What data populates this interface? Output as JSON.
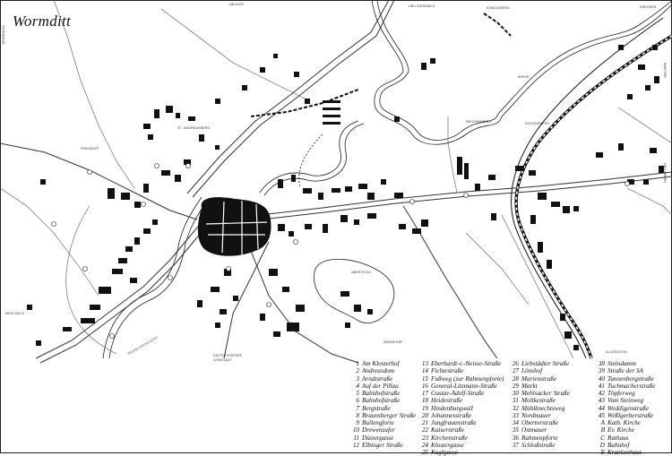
{
  "title": "Wormditt",
  "map_labels": {
    "neuhof": "NEUHOF",
    "heinrikau": "HEINRIKAU",
    "heiligenwald": "HEILIGENWALD",
    "koenigsberg": "KÖNIGSBERG",
    "kressen": "KRESSEN",
    "wiese": "WIESE",
    "st_andreasberg": "ST. ANDREASBERG",
    "friedhof": "FRIEDHOF",
    "reichenberg": "REICHENBERG",
    "schoeneberg": "SCHÖNEBERG",
    "wagten": "WAGTEN",
    "heilsberg": "HEILSBERG",
    "mehlsack": "MEHLSACK",
    "arnsdorf": "ARNSDORF",
    "liebstadt": "LIEBSTADT",
    "allenstein": "ALLENSTEIN",
    "teufelsschlucht": "TEUFELSSCHLUCHT",
    "aberteich": "ABERTEICH",
    "dietrichsdorf": "DIETRICHSDORF"
  },
  "legend": {
    "col1": [
      {
        "n": "1",
        "t": "Am Klosterhof"
      },
      {
        "n": "2",
        "t": "Andreasdom"
      },
      {
        "n": "3",
        "t": "Arndtstraße"
      },
      {
        "n": "4",
        "t": "Auf der Pillau"
      },
      {
        "n": "5",
        "t": "Bahnhofstraße"
      },
      {
        "n": "6",
        "t": "Bahnhofstraße"
      },
      {
        "n": "7",
        "t": "Bergstraße"
      },
      {
        "n": "8",
        "t": "Braunsberger Straße"
      },
      {
        "n": "9",
        "t": "Bullengforte"
      },
      {
        "n": "10",
        "t": "Drewenzufer"
      },
      {
        "n": "11",
        "t": "Düstergasse"
      },
      {
        "n": "12",
        "t": "Elbinger Straße"
      }
    ],
    "col2": [
      {
        "n": "13",
        "t": "Eberhardt-v.-Neisse-Straße"
      },
      {
        "n": "14",
        "t": "Fichtestraße"
      },
      {
        "n": "15",
        "t": "Fußweg (zur Rahmenpforte)"
      },
      {
        "n": "16",
        "t": "General-Litzmann-Straße"
      },
      {
        "n": "17",
        "t": "Gustav-Adolf-Straße"
      },
      {
        "n": "18",
        "t": "Heidestraße"
      },
      {
        "n": "19",
        "t": "Hindenburgwall"
      },
      {
        "n": "20",
        "t": "Johannesstraße"
      },
      {
        "n": "21",
        "t": "Jungfrauenstraße"
      },
      {
        "n": "22",
        "t": "Kaiserstraße"
      },
      {
        "n": "23",
        "t": "Kirchenstraße"
      },
      {
        "n": "24",
        "t": "Klostergasse"
      },
      {
        "n": "25",
        "t": "Kuglgasse"
      }
    ],
    "col3": [
      {
        "n": "26",
        "t": "Liebstädter Straße"
      },
      {
        "n": "27",
        "t": "Lönshof"
      },
      {
        "n": "28",
        "t": "Marienstraße"
      },
      {
        "n": "29",
        "t": "Markt"
      },
      {
        "n": "30",
        "t": "Mehlsacker Straße"
      },
      {
        "n": "31",
        "t": "Moltkestraße"
      },
      {
        "n": "32",
        "t": "Mühlknechtsweg"
      },
      {
        "n": "33",
        "t": "Nordmauer"
      },
      {
        "n": "34",
        "t": "Obertorstraße"
      },
      {
        "n": "35",
        "t": "Ostmauer"
      },
      {
        "n": "36",
        "t": "Rahmenpforte"
      },
      {
        "n": "37",
        "t": "Schloßstraße"
      }
    ],
    "col4": [
      {
        "n": "38",
        "t": "Steindamm"
      },
      {
        "n": "39",
        "t": "Straße der SA"
      },
      {
        "n": "40",
        "t": "Tannenbergstraße"
      },
      {
        "n": "41",
        "t": "Tuchmacherstraße"
      },
      {
        "n": "42",
        "t": "Töpferweg"
      },
      {
        "n": "43",
        "t": "Vom Steinweg"
      },
      {
        "n": "44",
        "t": "Weddigenstraße"
      },
      {
        "n": "45",
        "t": "Weßlgerberstraße"
      },
      {
        "n": "A",
        "t": "Kath. Kirche"
      },
      {
        "n": "B",
        "t": "Ev. Kirche"
      },
      {
        "n": "C",
        "t": "Rathaus"
      },
      {
        "n": "D",
        "t": "Bahnhof"
      },
      {
        "n": "E",
        "t": "Krankenhaus"
      }
    ]
  }
}
